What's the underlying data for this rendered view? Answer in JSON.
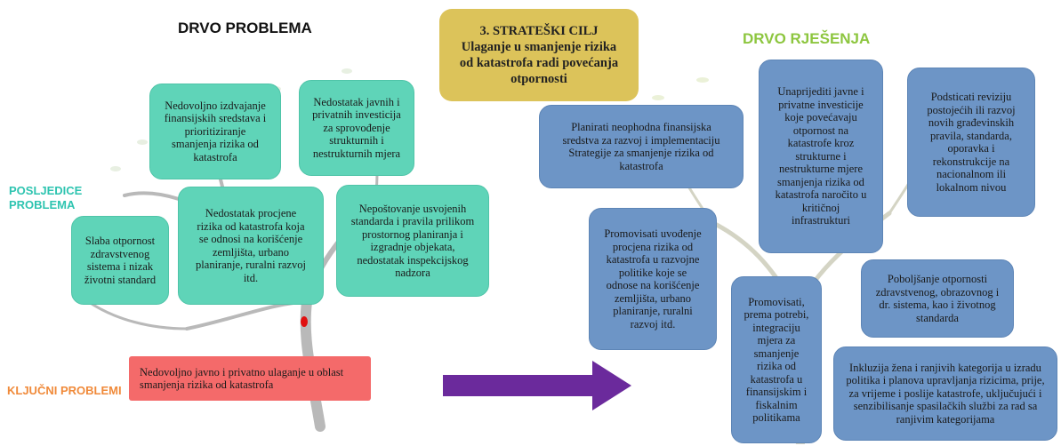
{
  "problem_tree": {
    "title": "DRVO PROBLEMA",
    "label_consequences": "POSLJEDICE\nPROBLEMA",
    "label_key_problems": "KLJUČNI PROBLEMI",
    "consequences": [
      "Nedovoljno izdvajanje\nfinansijskih sredstava  i\nprioritiziranje\nsmanjenja rizika od\nkatastrofa",
      "Nedostatak javnih i\nprivatnih investicija\nza sprovođenje\nstrukturnih i\nnestrukturnih mjera",
      "Slaba otpornost\nzdravstvenog\nsistema i nizak\nživotni standard",
      "Nedostatak procjene\nrizika od katastrofa koja\nse odnosi na korišćenje\nzemljišta, urbano\nplaniranje, ruralni razvoj\nitd.",
      "Nepoštovanje  usvojenih\nstandarda i pravila prilikom\nprostornog planiranja i\nizgradnje objekata,\nnedostatak inspekcijskog\nnadzora"
    ],
    "key_problem": "Nedovoljno javno i privatno ulaganje u oblast\nsmanjenja rizika od katastrofa"
  },
  "strategic_goal": {
    "text": "3. STRATEŠKI CILJ\nUlaganje u smanjenje rizika\nod katastrofa radi povećanja\notpornosti"
  },
  "solution_tree": {
    "title": "DRVO RJEŠENJA",
    "solutions": [
      "Planirati neophodna finansijska\nsredstva za razvoj i implementaciju\nStrategije za smanjenje rizika od\nkatastrofa",
      "Unaprijediti javne i\nprivatne investicije\nkoje povećavaju\notpornost na\nkatastrofe kroz\nstrukturne i\nnestrukturne mjere\nsmanjenja rizika od\nkatastrofa naročito u\nkritičnoj\ninfrastrukturi",
      "Podsticati reviziju\npostojećih ili razvoj\nnovih građevinskih\npravila, standarda,\noporavka i\nrekonstrukcije na\nnacionalnom ili\nlokalnom nivou",
      "Promovisati uvođenje\nprocjena rizika od\nkatastrofa u razvojne\npolitike koje se\nodnose na korišćenje\nzemljišta, urbano\nplaniranje, ruralni\nrazvoj itd.",
      "Poboljšanje otpornosti\nzdravstvenog, obrazovnog i\ndr. sistema, kao i životnog\nstandarda",
      "Promovisati,\nprema potrebi,\nintegraciju\nmjera za\nsmanjenje\nrizika od\nkatastrofa u\nfinansijskim i\nfiskalnim\npolitikama",
      "Inkluzija žena i ranjivih kategorija u izradu\npolitika i planova upravljanja rizicima, prije,\nza vrijeme i poslije katastrofe, uključujući i\nsenzibilisanje spasilačkih službi za rad sa\nranjivim kategorijama"
    ]
  },
  "colors": {
    "teal": "#5fd4b8",
    "blue": "#6d95c6",
    "red": "#f46a6a",
    "gold": "#dcc35a",
    "arrow": "#6b2a9c",
    "label_teal": "#2ec4b0",
    "label_orange": "#f08a3a",
    "title_green": "#8dc63f"
  },
  "icons": [
    "tree-icon",
    "arrow-right-icon"
  ]
}
